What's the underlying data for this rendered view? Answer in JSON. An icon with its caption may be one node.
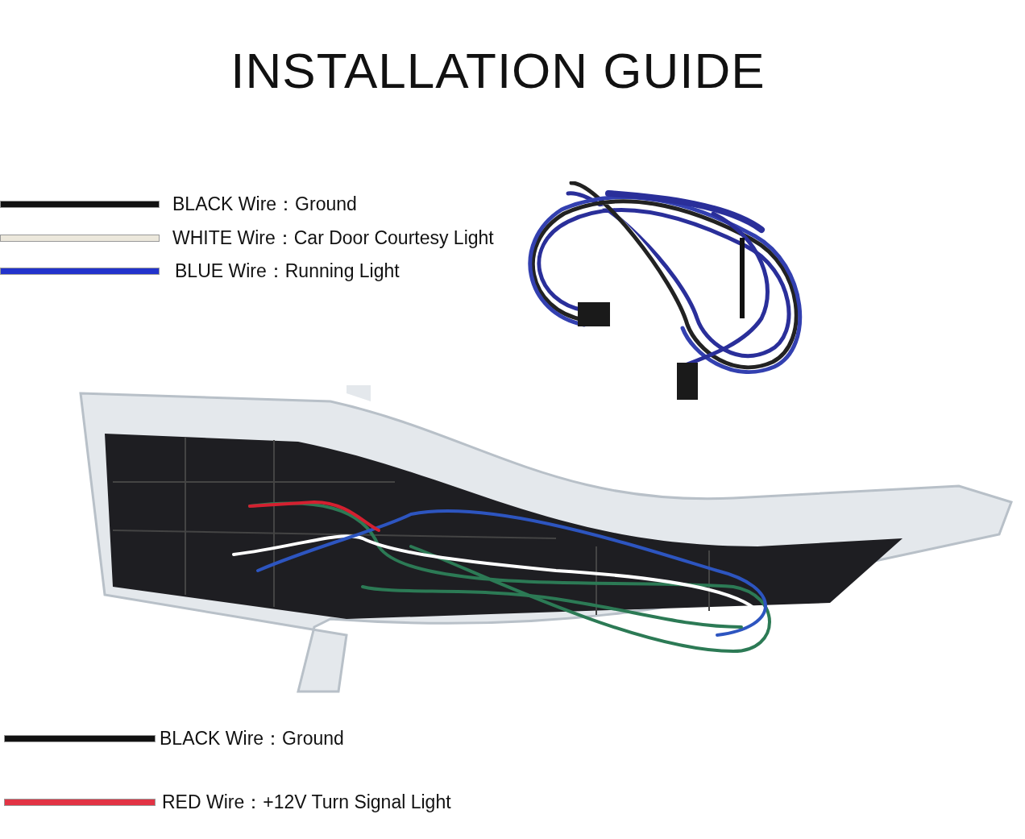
{
  "diagram": {
    "title": "INSTALLATION GUIDE",
    "legend": [
      {
        "text": "BLACK Wire：Ground",
        "color": "#111111"
      },
      {
        "text": "WHITE Wire：Car Door Courtesy Light",
        "color": "#ece8dc"
      },
      {
        "text": "BLUE Wire：Running Light",
        "color": "#2233cc"
      },
      {
        "text": "BLACK Wire：Ground",
        "color": "#111111"
      },
      {
        "text": "RED Wire：+12V Turn Signal Light",
        "color": "#e23344"
      }
    ]
  }
}
